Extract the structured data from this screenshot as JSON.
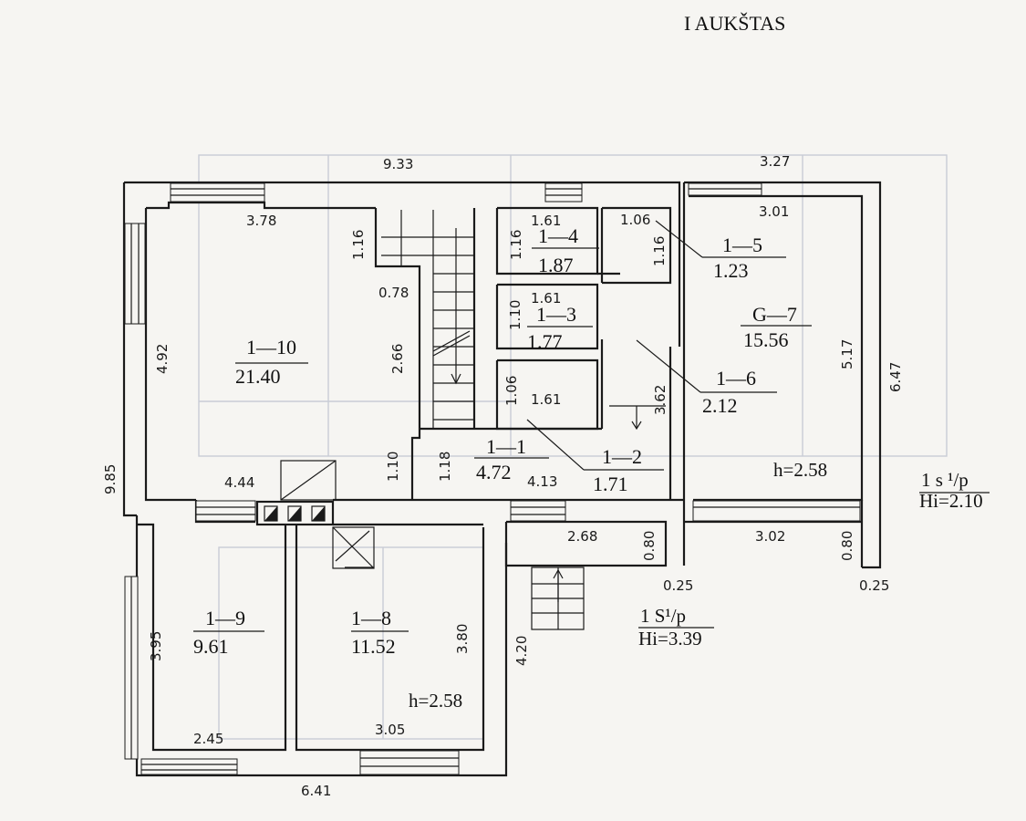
{
  "header": {
    "title": "I AUKŠTAS"
  },
  "rooms": {
    "r1_1": {
      "id": "1—1",
      "area": "4.72"
    },
    "r1_2": {
      "id": "1—2",
      "area": "1.71"
    },
    "r1_3": {
      "id": "1—3",
      "area": "1.77"
    },
    "r1_4": {
      "id": "1—4",
      "area": "1.87"
    },
    "r1_5": {
      "id": "1—5",
      "area": "1.23"
    },
    "r1_6": {
      "id": "1—6",
      "area": "2.12"
    },
    "g7": {
      "id": "G—7",
      "area": "15.56"
    },
    "r1_8": {
      "id": "1—8",
      "area": "11.52"
    },
    "r1_9": {
      "id": "1—9",
      "area": "9.61"
    },
    "r1_10": {
      "id": "1—10",
      "area": "21.40"
    }
  },
  "dimensions": {
    "top_total": "9.33",
    "top_right": "3.27",
    "r10_width": "3.78",
    "r10_height": "4.92",
    "stair_upper": "1.16",
    "stair_step": "0.78",
    "stair_height": "2.66",
    "stair_lower": "1.10",
    "hall_height": "1.18",
    "r4_width": "1.61",
    "r4_height": "1.16",
    "r5_width": "1.06",
    "r5_height": "1.16",
    "r3_width": "1.61",
    "r3_height": "1.10",
    "r2_height": "1.06",
    "r2_width": "1.61",
    "r6_height": "3.62",
    "g7_width": "3.01",
    "g7_height": "5.17",
    "right_total": "6.47",
    "left_total": "9.85",
    "hall_width_left": "4.44",
    "hall_width_right": "4.13",
    "vestibule_width": "2.68",
    "vestibule_depth": "0.80",
    "vestibule_offset": "0.25",
    "g7_bottom": "3.02",
    "g7_wall": "0.80",
    "g7_offset": "0.25",
    "r9_height": "3.95",
    "r9_width": "2.45",
    "r8_width": "3.05",
    "r8_height": "3.80",
    "extension_height": "4.20",
    "bottom_total": "6.41"
  },
  "notes": {
    "h_upper": "h=2.58",
    "h_lower": "h=2.58",
    "level_1s": "1 s ¹/p",
    "level_1s_hi": "Hi=2.10",
    "level_1S": "1 S¹/p",
    "level_1S_hi": "Hi=3.39"
  }
}
